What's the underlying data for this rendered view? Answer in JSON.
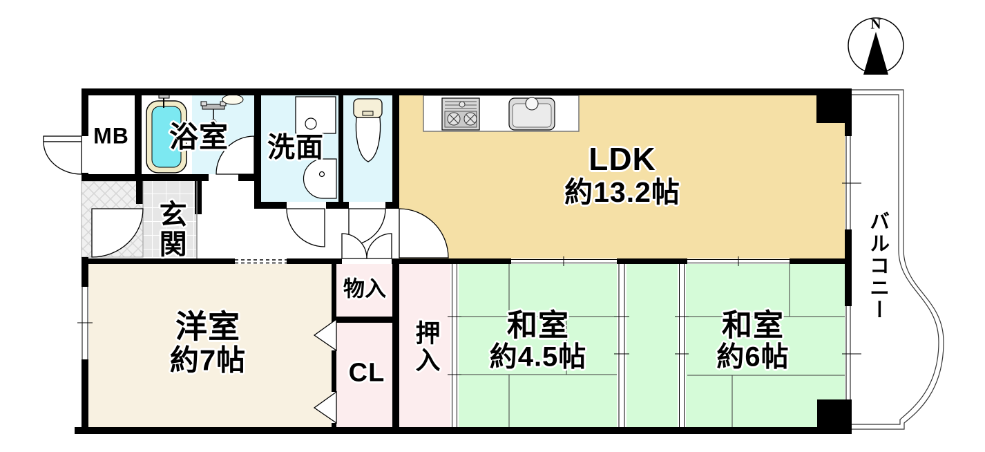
{
  "floor_plan": {
    "compass": {
      "label": "N"
    },
    "rooms": {
      "mb": {
        "label": "MB"
      },
      "bathroom": {
        "label": "浴室"
      },
      "washroom": {
        "label": "洗面"
      },
      "ldk": {
        "label": "LDK",
        "size": "約13.2帖"
      },
      "entrance": {
        "label": "玄関"
      },
      "western_room": {
        "label": "洋室",
        "size": "約7帖"
      },
      "storage": {
        "label": "物入"
      },
      "closet": {
        "label": "CL"
      },
      "oshiire": {
        "label": "押入"
      },
      "japanese_room_4_5": {
        "label": "和室",
        "size": "約4.5帖"
      },
      "japanese_room_6": {
        "label": "和室",
        "size": "約6帖"
      },
      "balcony": {
        "label": "バルコニー"
      }
    },
    "colors": {
      "wall": "#000000",
      "ldk_floor": "#F5E0A6",
      "western_room_floor": "#F8F1E1",
      "tatami_floor": "#D5FBD8",
      "closet_floor": "#FCEDEE",
      "wet_area_floor": "#DFF6FB",
      "entrance_tile": "#E6E6E6",
      "porch_tile": "#F0F0F0",
      "bathtub_rim": "#F1EBC8",
      "bathtub_water": "#7CE8F1",
      "kitchen_counter": "#FFFFFF",
      "fixture_gray": "#D8D8D8"
    }
  }
}
